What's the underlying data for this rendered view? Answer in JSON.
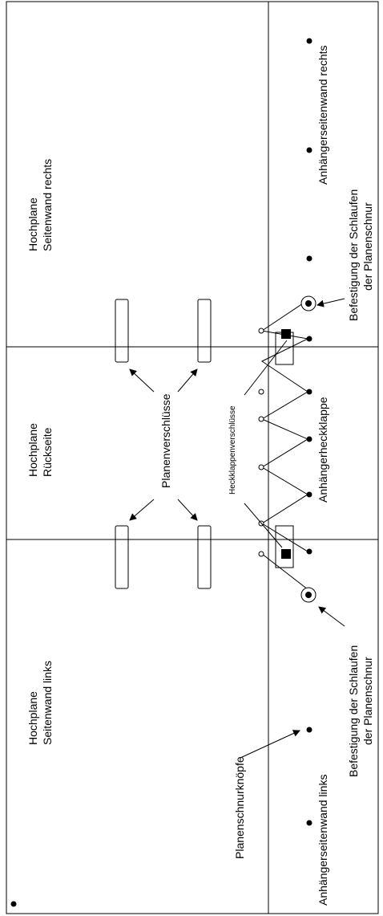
{
  "panels": {
    "left_title": [
      "Hochplane",
      "Seitenwand links"
    ],
    "rear_title": [
      "Hochplane",
      "Rückseite"
    ],
    "right_title": [
      "Hochplane",
      "Seitenwand rechts"
    ]
  },
  "trailer": {
    "left_wall": "Anhängerseitenwand links",
    "tailgate": "Anhängerheckklappe",
    "right_wall": "Anhängerseitenwand rechts"
  },
  "callouts": {
    "tarp_locks": "Planenverschlüsse",
    "tailgate_locks": "Heckklappenverschlüsse",
    "cord_buttons": "Planenschnurknöpfe",
    "loop_fix_left": [
      "Befestigung der Schlaufen",
      "der Planenschnur"
    ],
    "loop_fix_right": [
      "Befestigung der Schlaufen",
      "der Planenschnur"
    ]
  }
}
